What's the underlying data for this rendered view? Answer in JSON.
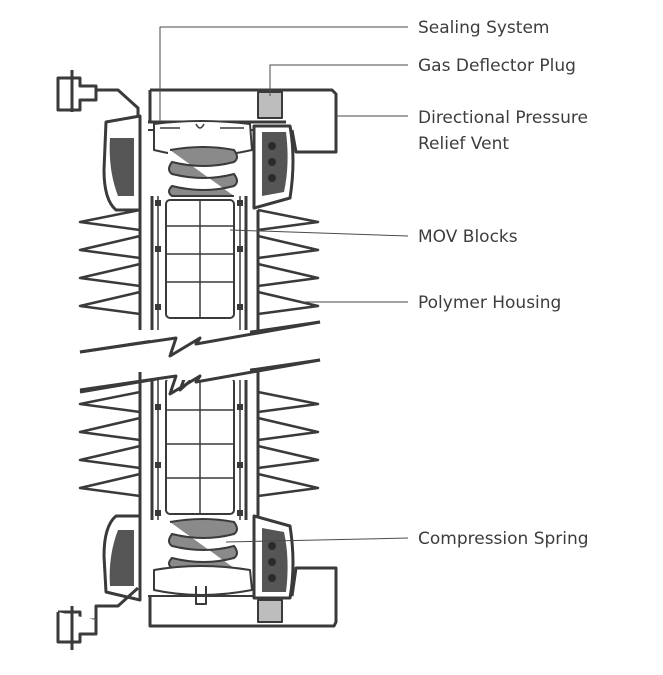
{
  "labels": {
    "sealing_system": "Sealing System",
    "gas_deflector_plug": "Gas Deflector Plug",
    "directional_vent_line1": "Directional Pressure",
    "directional_vent_line2": "Relief Vent",
    "mov_blocks": "MOV Blocks",
    "polymer_housing": "Polymer Housing",
    "compression_spring": "Compression Spring"
  },
  "colors": {
    "outline": "#3a3a3a",
    "housing_fill": "#ffffff",
    "gasket": "#555555",
    "gasket_light": "#9a9a9a",
    "spring": "#8a8a8a",
    "cap_grey": "#bdbdbd",
    "text": "#3d3d3d"
  }
}
